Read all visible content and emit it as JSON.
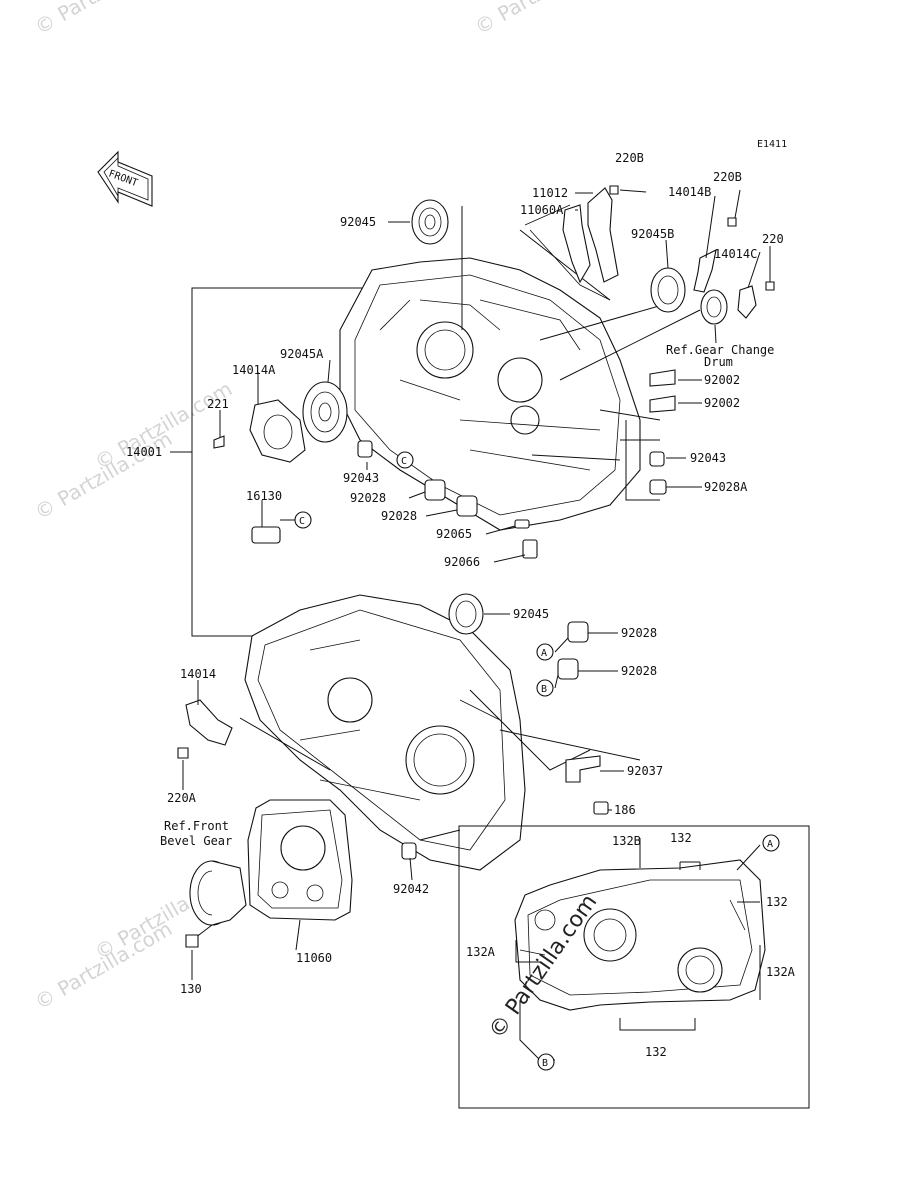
{
  "diagram_code": "E1411",
  "front_label": "FRONT",
  "watermarks": {
    "corner": "© Partzilla.com",
    "center": "© Partzilla.com"
  },
  "refs": {
    "gear_change_drum": [
      "Ref.Gear Change",
      "Drum"
    ],
    "front_bevel_gear": [
      "Ref.Front",
      "Bevel Gear"
    ]
  },
  "circle_letters": [
    "A",
    "B",
    "C"
  ],
  "labels": [
    {
      "id": "220B_top",
      "text": "220B"
    },
    {
      "id": "11012",
      "text": "11012"
    },
    {
      "id": "11060A",
      "text": "11060A"
    },
    {
      "id": "92045_top",
      "text": "92045"
    },
    {
      "id": "220B_r",
      "text": "220B"
    },
    {
      "id": "14014B",
      "text": "14014B"
    },
    {
      "id": "92045B",
      "text": "92045B"
    },
    {
      "id": "220",
      "text": "220"
    },
    {
      "id": "14014C",
      "text": "14014C"
    },
    {
      "id": "92045A",
      "text": "92045A"
    },
    {
      "id": "14014A",
      "text": "14014A"
    },
    {
      "id": "221",
      "text": "221"
    },
    {
      "id": "92002a",
      "text": "92002"
    },
    {
      "id": "92002b",
      "text": "92002"
    },
    {
      "id": "14001",
      "text": "14001"
    },
    {
      "id": "92043_l",
      "text": "92043"
    },
    {
      "id": "92043_r",
      "text": "92043"
    },
    {
      "id": "92028_a",
      "text": "92028"
    },
    {
      "id": "92028A",
      "text": "92028A"
    },
    {
      "id": "92028_b",
      "text": "92028"
    },
    {
      "id": "16130",
      "text": "16130"
    },
    {
      "id": "92065",
      "text": "92065"
    },
    {
      "id": "92066",
      "text": "92066"
    },
    {
      "id": "92045_mid",
      "text": "92045"
    },
    {
      "id": "92028_c",
      "text": "92028"
    },
    {
      "id": "92028_d",
      "text": "92028"
    },
    {
      "id": "14014",
      "text": "14014"
    },
    {
      "id": "220A",
      "text": "220A"
    },
    {
      "id": "92037",
      "text": "92037"
    },
    {
      "id": "186",
      "text": "186"
    },
    {
      "id": "132B",
      "text": "132B"
    },
    {
      "id": "132_top",
      "text": "132"
    },
    {
      "id": "132_r",
      "text": "132"
    },
    {
      "id": "132A_l",
      "text": "132A"
    },
    {
      "id": "132A_r",
      "text": "132A"
    },
    {
      "id": "132_bot",
      "text": "132"
    },
    {
      "id": "92042",
      "text": "92042"
    },
    {
      "id": "11060",
      "text": "11060"
    },
    {
      "id": "130",
      "text": "130"
    }
  ]
}
